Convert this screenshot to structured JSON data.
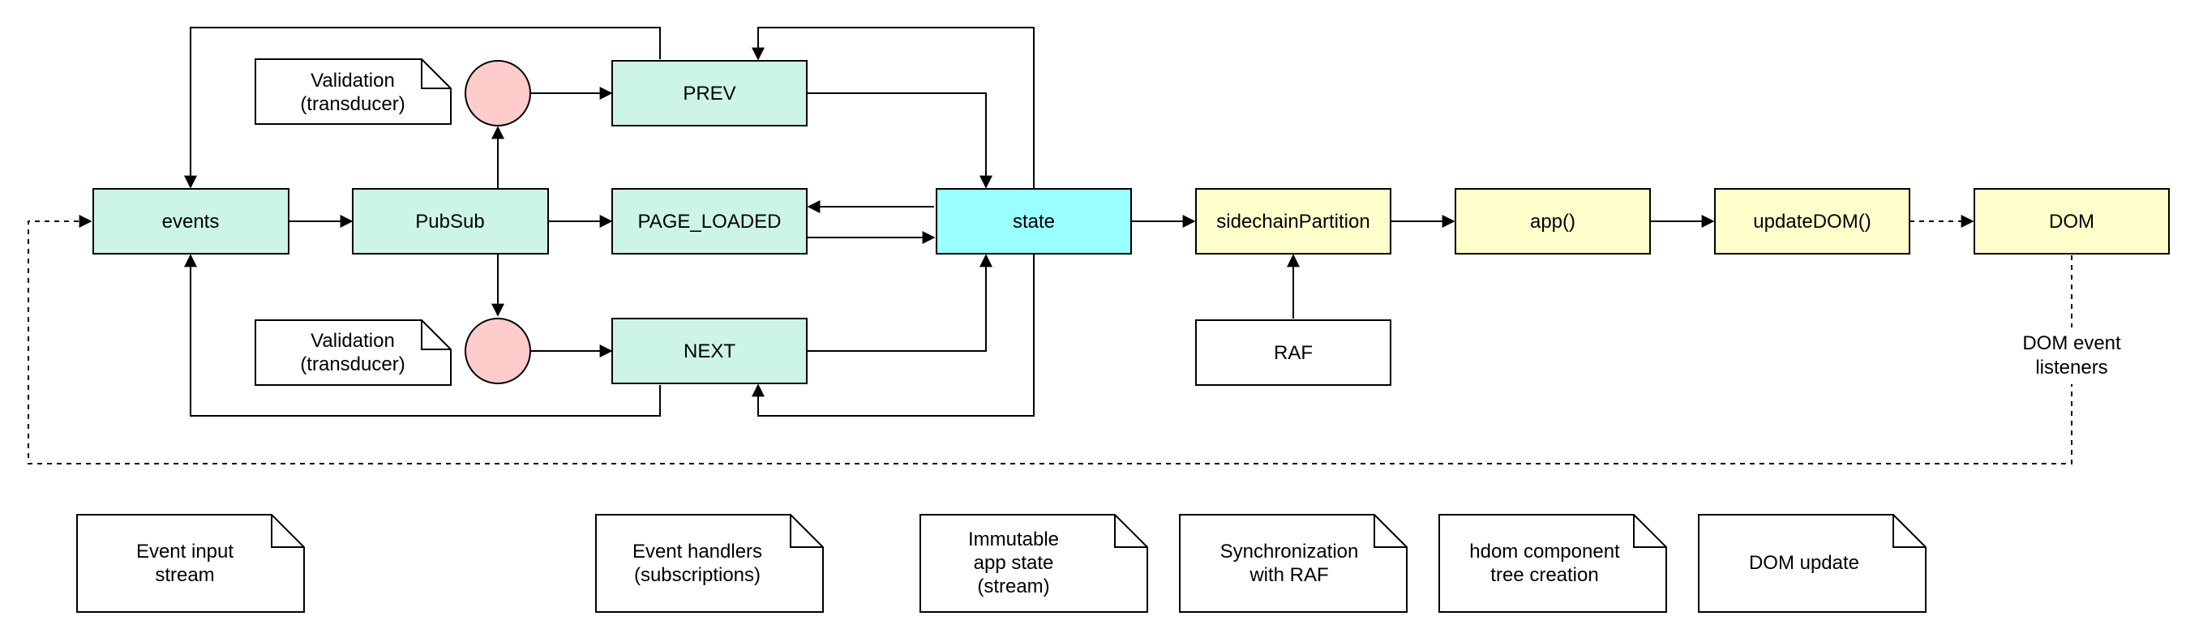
{
  "colors": {
    "stream_node": "#ccf5e6",
    "state_node": "#99ffff",
    "render_node": "#ffffcc",
    "transducer_circle": "#ffcccc",
    "stroke": "#000000",
    "background": "#ffffff"
  },
  "nodes": {
    "events": "events",
    "pubsub": "PubSub",
    "prev": "PREV",
    "page_loaded": "PAGE_LOADED",
    "next": "NEXT",
    "state": "state",
    "sidechain": "sidechainPartition",
    "raf": "RAF",
    "app": "app()",
    "update_dom": "updateDOM()",
    "dom": "DOM"
  },
  "notes": {
    "validation_top": [
      "Validation",
      "(transducer)"
    ],
    "validation_bottom": [
      "Validation",
      "(transducer)"
    ]
  },
  "edge_labels": {
    "dom_listeners": [
      "DOM event",
      "listeners"
    ]
  },
  "legend": {
    "event_input": [
      "Event input",
      "stream"
    ],
    "event_handlers": [
      "Event handlers",
      "(subscriptions)"
    ],
    "immutable_state": [
      "Immutable",
      "app state",
      "(stream)"
    ],
    "sync_raf": [
      "Synchronization",
      "with RAF"
    ],
    "hdom_tree": [
      "hdom component",
      "tree creation"
    ],
    "dom_update": [
      "DOM update"
    ]
  }
}
